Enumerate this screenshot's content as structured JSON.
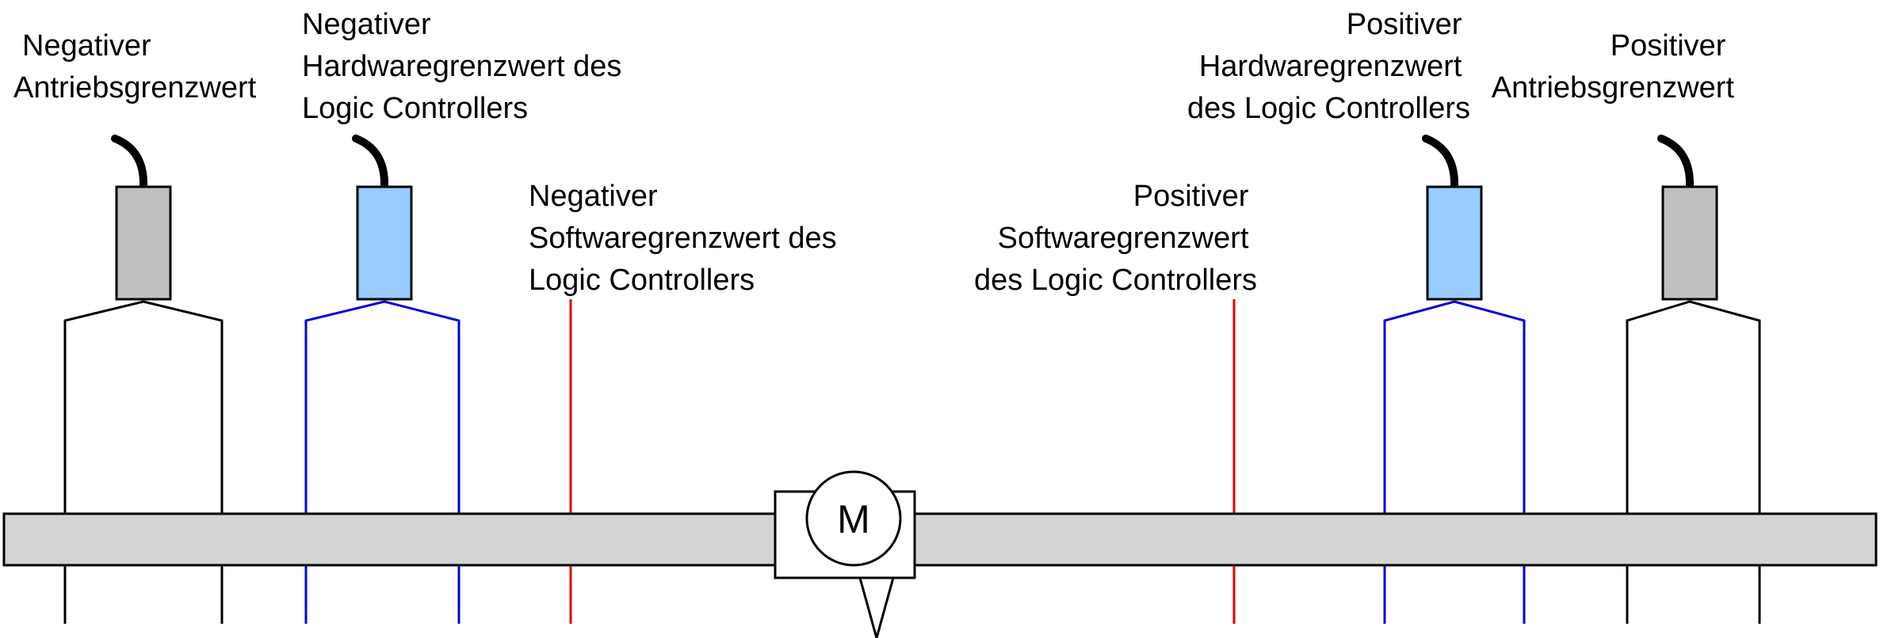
{
  "labels": {
    "neg_drive": [
      "Negativer",
      "Antriebsgrenzwert"
    ],
    "neg_hw": [
      "Negativer",
      "Hardwaregrenzwert des",
      "Logic Controllers"
    ],
    "neg_sw": [
      "Negativer",
      "Softwaregrenzwert des",
      "Logic Controllers"
    ],
    "pos_sw": [
      "Positiver",
      "Softwaregrenzwert",
      "des Logic Controllers"
    ],
    "pos_hw": [
      "Positiver",
      "Hardwaregrenzwert",
      "des Logic Controllers"
    ],
    "pos_drive": [
      "Positiver",
      "Antriebsgrenzwert"
    ]
  },
  "motor": {
    "label": "M"
  },
  "colors": {
    "drive_limit": "#000000",
    "hardware_limit": "#0000dd",
    "software_limit": "#e00000",
    "drive_sensor_fill": "#c0c0c0",
    "hardware_sensor_fill": "#99ccff",
    "rail_fill": "#d4d4d4"
  }
}
